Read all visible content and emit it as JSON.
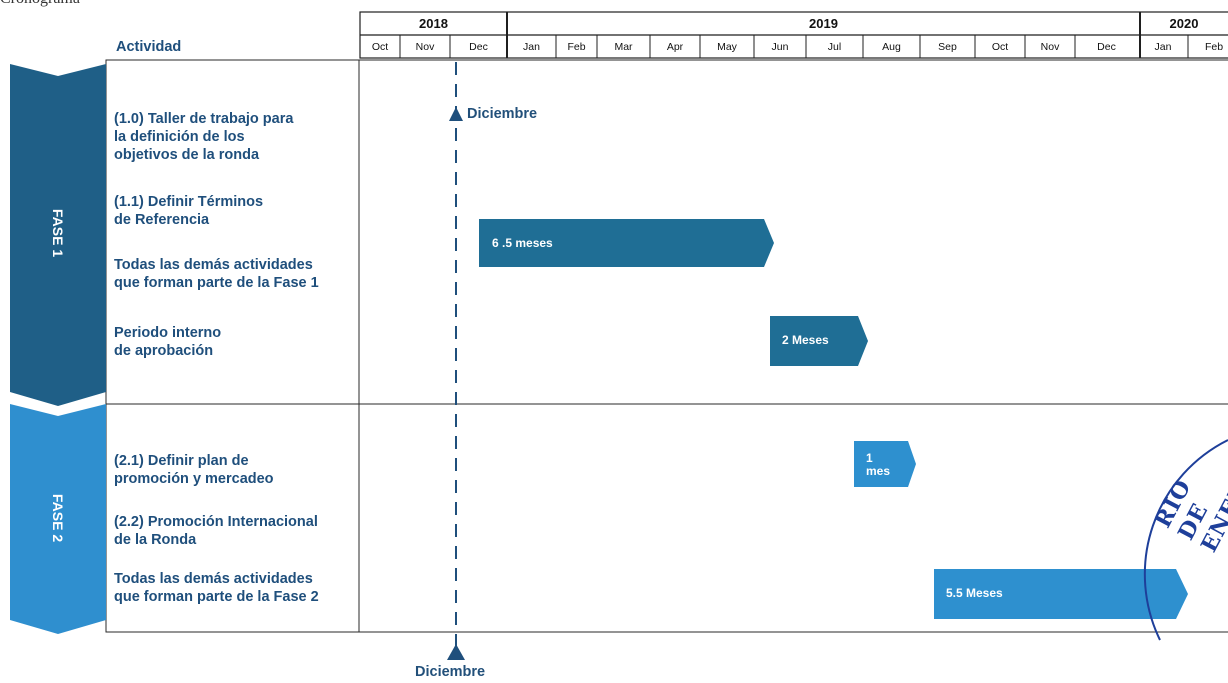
{
  "top_left_fragment": "Cronograma",
  "header": {
    "activity_label": "Actividad",
    "years": [
      {
        "label": "2018"
      },
      {
        "label": "2019"
      },
      {
        "label": "2020"
      }
    ],
    "months": [
      "Oct",
      "Nov",
      "Dec",
      "Jan",
      "Feb",
      "Mar",
      "Apr",
      "May",
      "Jun",
      "Jul",
      "Aug",
      "Sep",
      "Oct",
      "Nov",
      "Dec",
      "Jan",
      "Feb"
    ]
  },
  "phases": [
    {
      "label": "FASE 1",
      "color": "#1f5f87"
    },
    {
      "label": "FASE 2",
      "color": "#2f8fcf"
    }
  ],
  "activities": [
    {
      "label": "(1.0) Taller de trabajo para\nla definición de los\nobjetivos de la ronda"
    },
    {
      "label": "(1.1) Definir Términos\nde Referencia"
    },
    {
      "label": "Todas las demás actividades\nque forman parte de la Fase 1"
    },
    {
      "label": "Periodo interno\nde aprobación"
    },
    {
      "label": "(2.1) Definir plan de\npromoción y mercadeo"
    },
    {
      "label": "(2.2) Promoción Internacional\n de la Ronda"
    },
    {
      "label": "Todas las demás actividades\nque forman parte de la Fase 2"
    }
  ],
  "milestones": {
    "top_label": "Diciembre",
    "bottom_label": "Diciembre"
  },
  "bars": [
    {
      "label": "6 .5 meses",
      "color": "#1f6e95"
    },
    {
      "label": "2 Meses",
      "color": "#1f6e95"
    },
    {
      "label": "1\nmes",
      "color": "#2e90cf"
    },
    {
      "label": "5.5  Meses",
      "color": "#2e90cf"
    }
  ],
  "seal_fragment": "RIO DE ENERG"
}
